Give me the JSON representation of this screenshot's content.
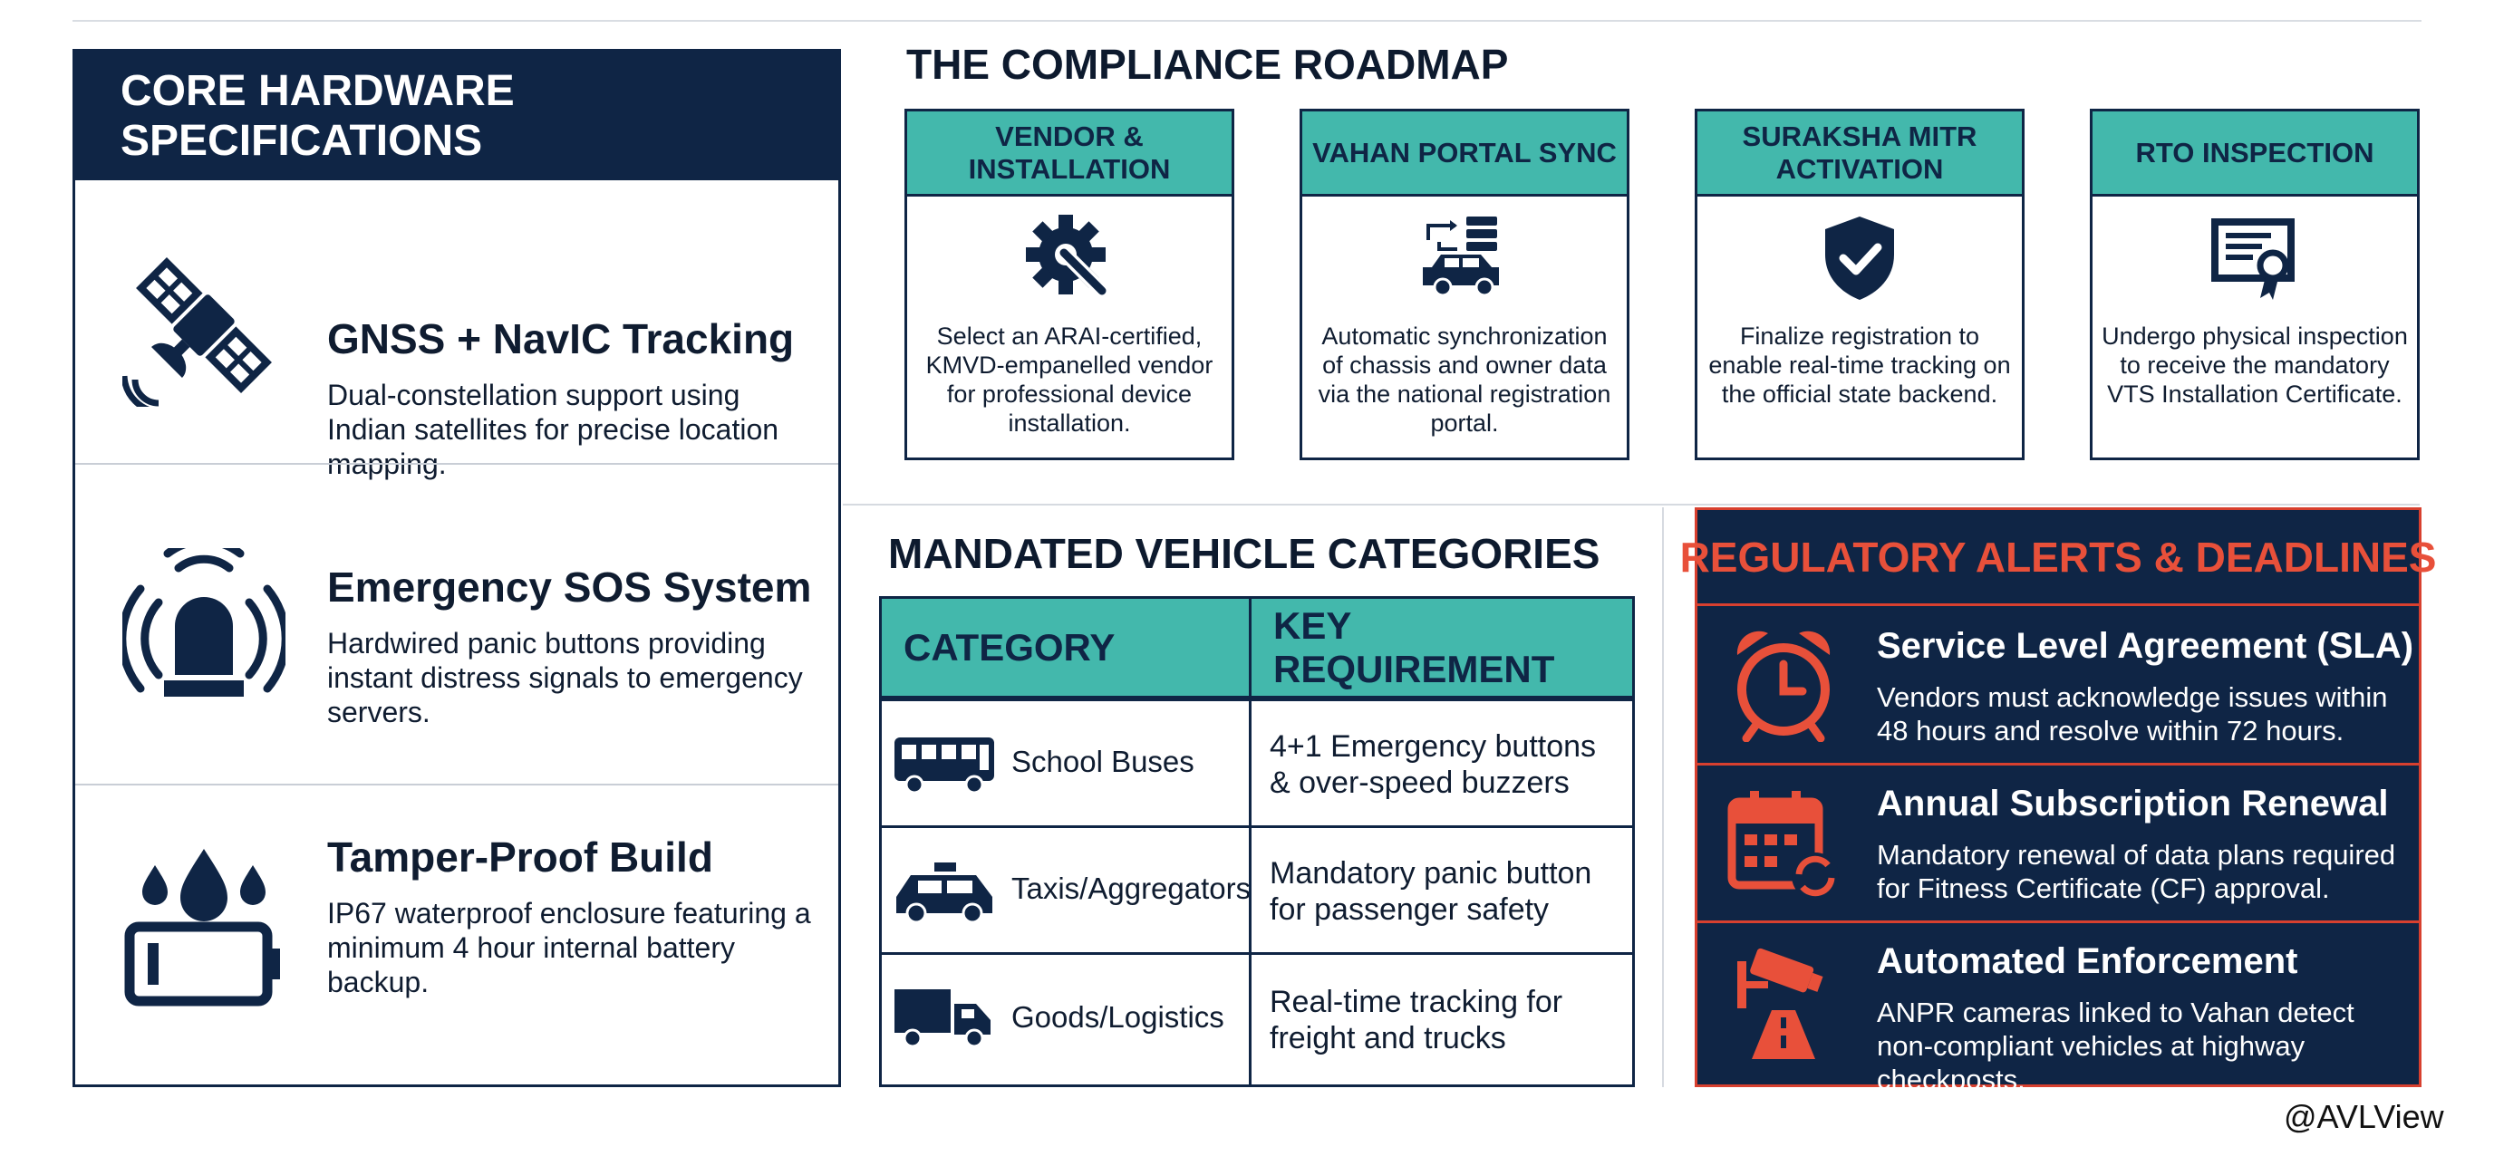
{
  "hardware": {
    "title": "CORE HARDWARE SPECIFICATIONS",
    "items": [
      {
        "icon": "satellite-icon",
        "title": "GNSS + NavIC Tracking",
        "desc": "Dual-constellation support using Indian satellites for precise location mapping."
      },
      {
        "icon": "siren-icon",
        "title": "Emergency SOS System",
        "desc": "Hardwired panic buttons providing instant distress signals to emergency servers."
      },
      {
        "icon": "waterproof-battery-icon",
        "title": "Tamper-Proof Build",
        "desc": "IP67 waterproof enclosure featuring a minimum 4 hour internal battery backup."
      }
    ]
  },
  "roadmap": {
    "title": "THE COMPLIANCE ROADMAP",
    "steps": [
      {
        "icon": "gear-wrench-icon",
        "title": "VENDOR & INSTALLATION",
        "desc": "Select an ARAI-certified, KMVD-empanelled vendor for professional device installation."
      },
      {
        "icon": "server-car-sync-icon",
        "title": "VAHAN PORTAL SYNC",
        "desc": "Automatic synchronization of chassis and owner data via the national registration portal."
      },
      {
        "icon": "shield-check-icon",
        "title": "SURAKSHA MITR ACTIVATION",
        "desc": "Finalize registration to enable real-time tracking on the official state backend."
      },
      {
        "icon": "certificate-icon",
        "title": "RTO INSPECTION",
        "desc": "Undergo physical inspection to receive the mandatory VTS Installation Certificate."
      }
    ]
  },
  "categories": {
    "title": "MANDATED VEHICLE CATEGORIES",
    "headers": [
      "CATEGORY",
      "KEY REQUIREMENT"
    ],
    "rows": [
      {
        "icon": "bus-icon",
        "category": "School Buses",
        "requirement": "4+1 Emergency buttons & over-speed buzzers"
      },
      {
        "icon": "taxi-icon",
        "category": "Taxis/Aggregators",
        "requirement": "Mandatory panic button for passenger safety"
      },
      {
        "icon": "truck-icon",
        "category": "Goods/Logistics",
        "requirement": "Real-time tracking for freight and trucks"
      }
    ]
  },
  "alerts": {
    "title": "REGULATORY ALERTS & DEADLINES",
    "items": [
      {
        "icon": "alarm-clock-icon",
        "title": "Service Level Agreement (SLA)",
        "desc": "Vendors must acknowledge issues within 48 hours and resolve within 72 hours."
      },
      {
        "icon": "calendar-renew-icon",
        "title": "Annual Subscription Renewal",
        "desc": "Mandatory renewal of data plans required for Fitness Certificate (CF) approval."
      },
      {
        "icon": "camera-road-icon",
        "title": "Automated Enforcement",
        "desc": "ANPR cameras linked to Vahan detect non-compliant vehicles at highway checkposts."
      }
    ]
  },
  "credit": "@AVLView",
  "colors": {
    "navy": "#0f2545",
    "teal": "#43b8ac",
    "alert_red": "#e8503a"
  }
}
